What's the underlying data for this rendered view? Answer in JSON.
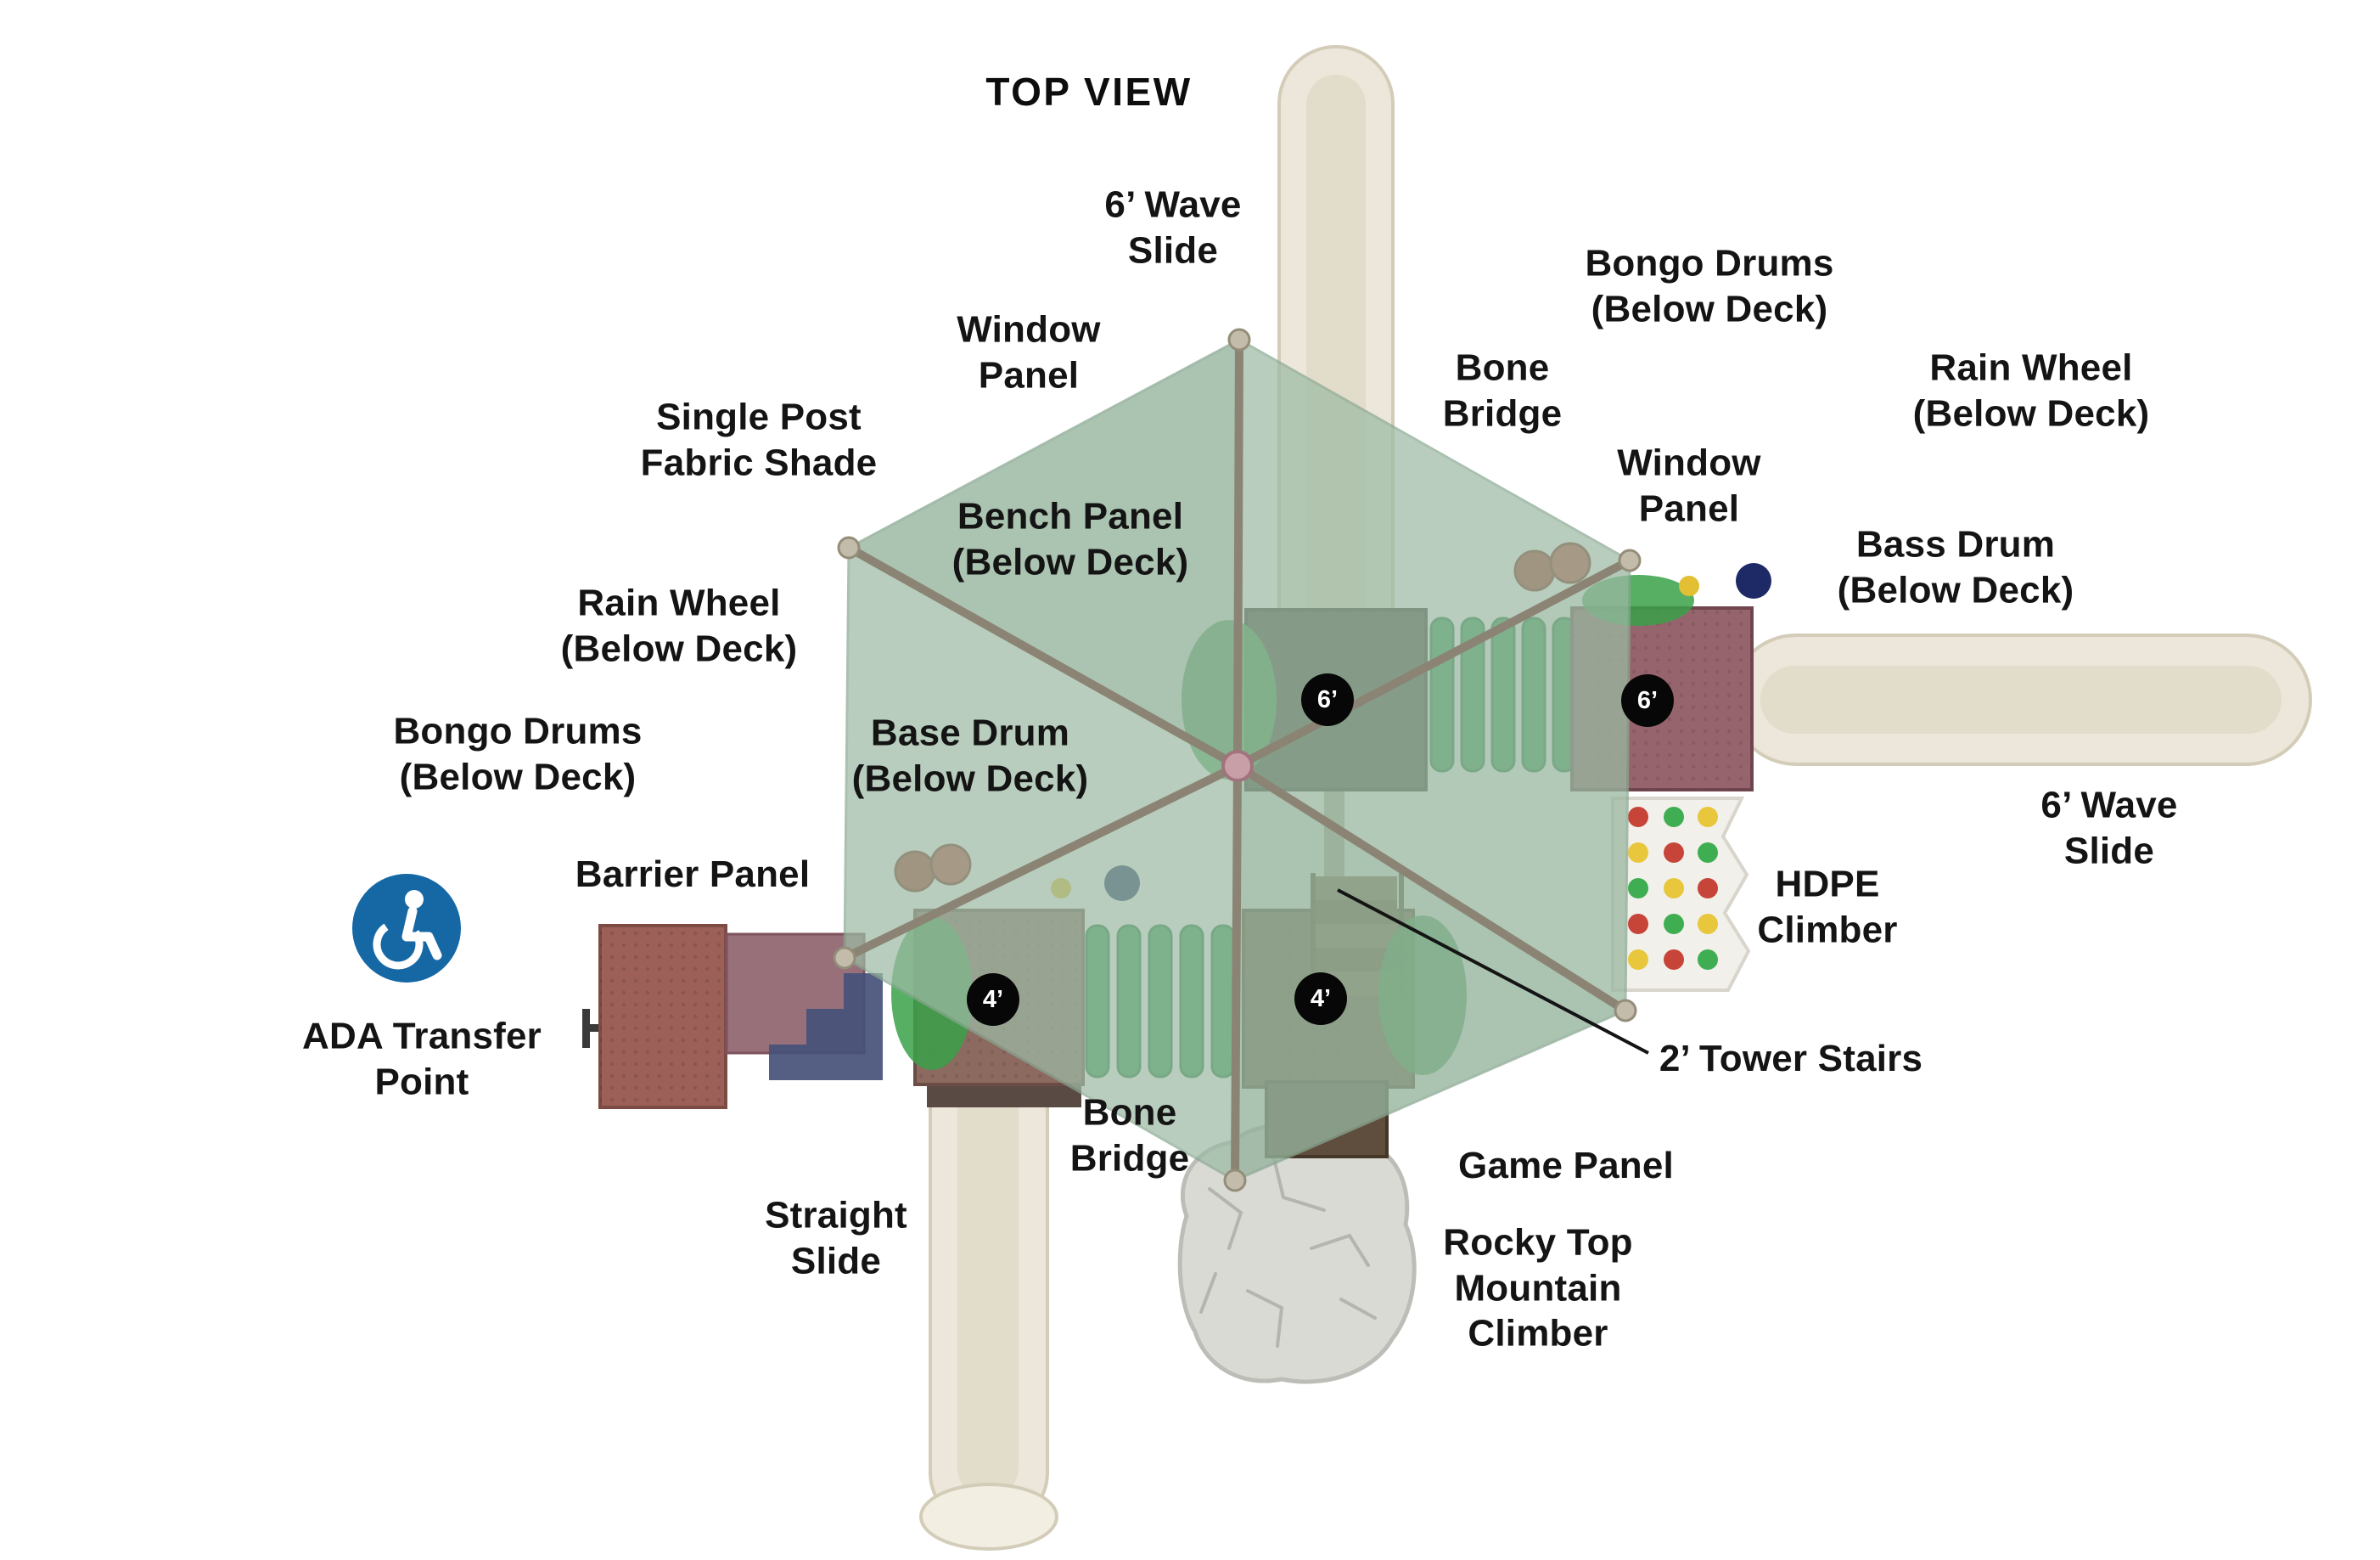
{
  "title": "TOP VIEW",
  "diagram": {
    "name": "playground-structure-top-view",
    "deck_badges": [
      {
        "label": "6’"
      },
      {
        "label": "6’"
      },
      {
        "label": "4’"
      },
      {
        "label": "4’"
      }
    ],
    "labels": [
      {
        "id": "wave-slide-top",
        "text": "6’ Wave\nSlide"
      },
      {
        "id": "bongo-drums-upper",
        "text": "Bongo Drums\n(Below Deck)"
      },
      {
        "id": "window-panel-upper",
        "text": "Window\nPanel"
      },
      {
        "id": "bone-bridge-upper",
        "text": "Bone\nBridge"
      },
      {
        "id": "rain-wheel-right",
        "text": "Rain Wheel\n(Below Deck)"
      },
      {
        "id": "single-post-shade",
        "text": "Single Post\nFabric Shade"
      },
      {
        "id": "window-panel-right",
        "text": "Window\nPanel"
      },
      {
        "id": "bench-panel",
        "text": "Bench Panel\n(Below Deck)"
      },
      {
        "id": "bass-drum",
        "text": "Bass Drum\n(Below Deck)"
      },
      {
        "id": "rain-wheel-left",
        "text": "Rain Wheel\n(Below Deck)"
      },
      {
        "id": "bongo-drums-left",
        "text": "Bongo Drums\n(Below Deck)"
      },
      {
        "id": "base-drum",
        "text": "Base Drum\n(Below Deck)"
      },
      {
        "id": "wave-slide-right",
        "text": "6’ Wave\nSlide"
      },
      {
        "id": "barrier-panel",
        "text": "Barrier Panel"
      },
      {
        "id": "hdpe-climber",
        "text": "HDPE\nClimber"
      },
      {
        "id": "ada-transfer-point",
        "text": "ADA Transfer\nPoint"
      },
      {
        "id": "tower-stairs",
        "text": "2’ Tower Stairs"
      },
      {
        "id": "bone-bridge-lower",
        "text": "Bone\nBridge"
      },
      {
        "id": "game-panel",
        "text": "Game Panel"
      },
      {
        "id": "straight-slide",
        "text": "Straight\nSlide"
      },
      {
        "id": "rocky-top-climber",
        "text": "Rocky Top\nMountain\nClimber"
      }
    ],
    "icons": {
      "ada": "accessible-wheelchair-icon"
    }
  },
  "colors": {
    "ada_blue": "#1668a5",
    "shade_green": "#9dbba4",
    "slide_cream": "#ece7da",
    "bridge_green": "#2f9e4f",
    "deck_dark": "#4a493f",
    "deck_red": "#95646c",
    "deck_brown": "#776049",
    "deck_mauve": "#8d6a60",
    "rock_gray": "#dadad5",
    "label_text": "#141414"
  }
}
